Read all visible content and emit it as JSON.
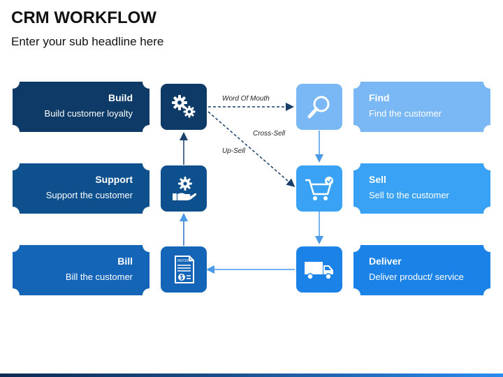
{
  "title": "CRM WORKFLOW",
  "subtitle": "Enter your sub headline here",
  "colors": {
    "build": "#0d3a66",
    "support": "#0e4f8e",
    "bill": "#1465b8",
    "find": "#7ab8f5",
    "sell": "#3aa2f5",
    "deliver": "#1b82e8",
    "connector": "#1a3f6b"
  },
  "left_steps": [
    {
      "title": "Build",
      "text": "Build customer loyalty",
      "icon": "gears-icon"
    },
    {
      "title": "Support",
      "text": "Support the customer",
      "icon": "hand-gear-icon"
    },
    {
      "title": "Bill",
      "text": "Bill the customer",
      "icon": "invoice-icon"
    }
  ],
  "right_steps": [
    {
      "title": "Find",
      "text": "Find the customer",
      "icon": "magnifier-icon"
    },
    {
      "title": "Sell",
      "text": "Sell to the customer",
      "icon": "cart-icon"
    },
    {
      "title": "Deliver",
      "text": "Deliver product/ service",
      "icon": "truck-icon"
    }
  ],
  "flow_labels": {
    "word_of_mouth": "Word Of Mouth",
    "cross_sell": "Cross-Sell",
    "up_sell": "Up-Sell"
  },
  "invoice_label": "INVOICE"
}
